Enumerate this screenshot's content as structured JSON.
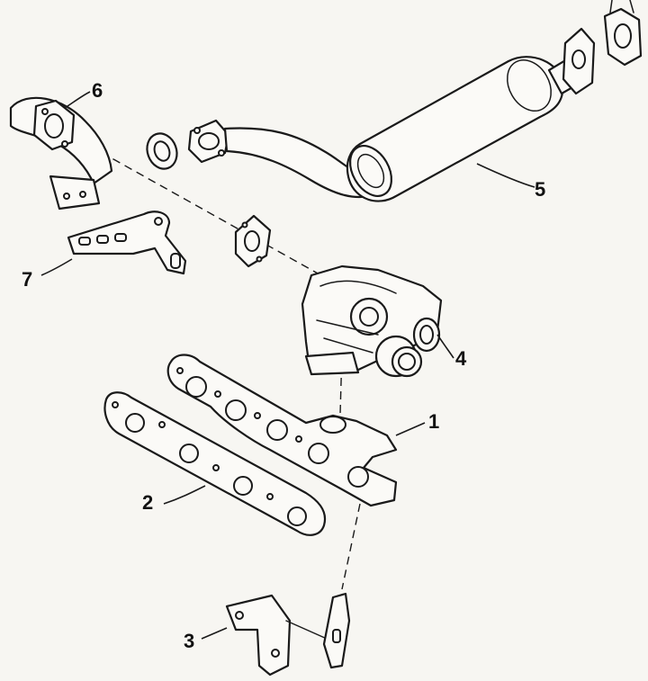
{
  "callouts": [
    {
      "id": "1",
      "label": "1"
    },
    {
      "id": "2",
      "label": "2"
    },
    {
      "id": "3",
      "label": "3"
    },
    {
      "id": "4",
      "label": "4"
    },
    {
      "id": "5",
      "label": "5"
    },
    {
      "id": "6",
      "label": "6"
    },
    {
      "id": "7",
      "label": "7"
    }
  ],
  "colors": {
    "paper": "#f7f6f2",
    "ink": "#1a1a1a"
  }
}
